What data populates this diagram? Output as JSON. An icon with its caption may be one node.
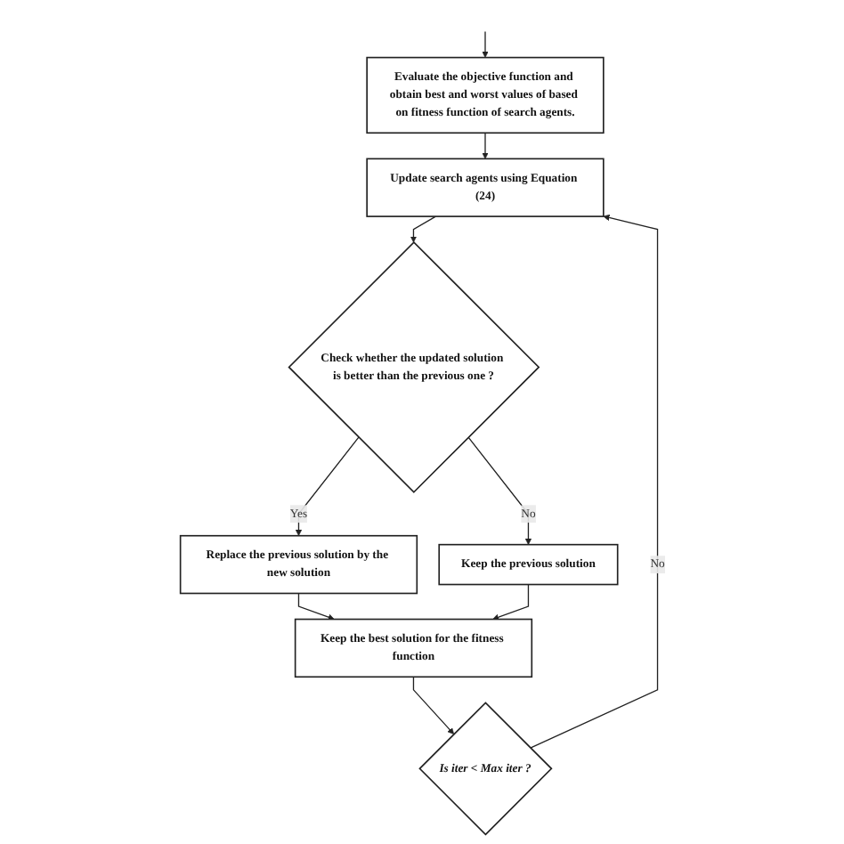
{
  "diagram": {
    "nodes": [
      {
        "text": [
          "Evaluate the objective function and obtain best and worst values of based on fitness function of search agents."
        ]
      },
      {
        "text": [
          "Update search agents using Equation (24)"
        ]
      },
      {
        "text": [
          "Check whether the updated solution is better than the previous one ?"
        ]
      },
      {
        "text": [
          "Replace the previous solution by the new solution"
        ]
      },
      {
        "text": [
          "Keep the previous solution"
        ]
      },
      {
        "text": [
          "Keep the best solution for the fitness function"
        ]
      },
      {
        "text": [
          "Is iter < Max iter ?"
        ]
      }
    ],
    "edges": [
      {
        "from": null,
        "to": 0,
        "arrow": "to"
      },
      {
        "from": 0,
        "to": 1,
        "arrow": "to"
      },
      {
        "from": 1,
        "to": 2,
        "arrow": "to"
      },
      {
        "from": 2,
        "to": 3,
        "arrow": "to",
        "label": "Yes"
      },
      {
        "from": 2,
        "to": 4,
        "arrow": "to",
        "label": "No"
      },
      {
        "from": 3,
        "to": 5,
        "arrow": "to"
      },
      {
        "from": 4,
        "to": 5,
        "arrow": "to"
      },
      {
        "from": 5,
        "to": 6,
        "arrow": "to"
      },
      {
        "from": 6,
        "to": 1,
        "arrow": "to",
        "label": "No"
      }
    ]
  }
}
